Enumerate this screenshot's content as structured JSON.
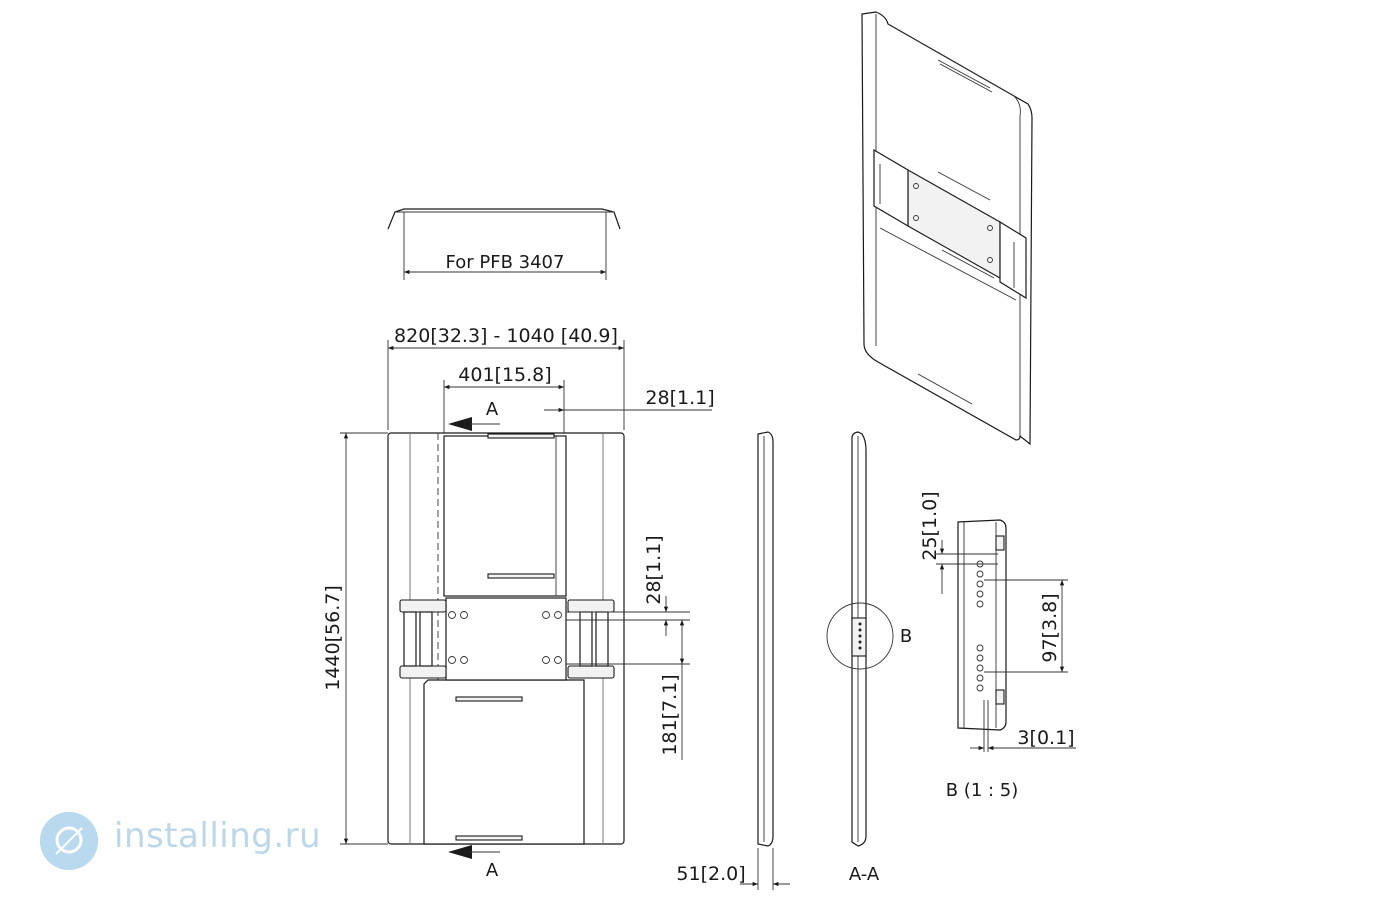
{
  "top_view": {
    "label": "For PFB 3407"
  },
  "dimensions": {
    "overall_width_mm": "820",
    "overall_width_in": "32.3",
    "overall_width_sep": "-",
    "overall_width_max_mm": "1040",
    "overall_width_max_in": "40.9",
    "inner_width_mm": "401",
    "inner_width_in": "15.8",
    "offset_mm": "28",
    "offset_in": "1.1",
    "height_mm": "1440",
    "height_in": "56.7",
    "vertical_offset_mm": "28",
    "vertical_offset_in": "1.1",
    "vertical_pitch_mm": "181",
    "vertical_pitch_in": "7.1",
    "depth_mm": "51",
    "depth_in": "2.0"
  },
  "section": {
    "marker_top": "A",
    "marker_bottom": "A",
    "view_label": "A-A"
  },
  "detail": {
    "callout": "B",
    "view_label": "B (1 : 5)",
    "top_mm": "25",
    "top_in": "1.0",
    "pitch_mm": "97",
    "pitch_in": "3.8",
    "edge_mm": "3",
    "edge_in": "0.1"
  },
  "watermark": {
    "text": "installing.ru",
    "icon": "brand-logo-icon"
  }
}
